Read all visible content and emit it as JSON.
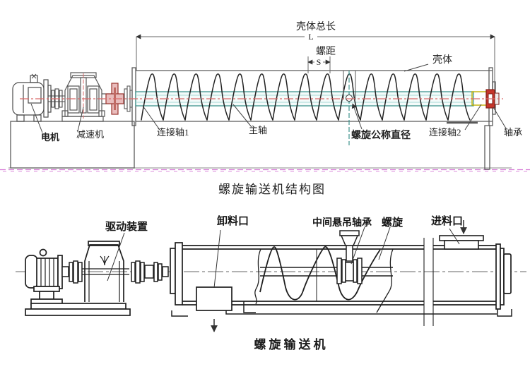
{
  "top": {
    "title": "螺旋输送机结构图",
    "dim": {
      "total_len": "壳体总长",
      "total_len_sym": "L",
      "pitch": "螺距",
      "pitch_sym": "S"
    },
    "labels": {
      "motor": "电机",
      "reducer": "减速机",
      "shaft1": "连接轴1",
      "main_shaft": "主轴",
      "nominal_dia": "螺旋公称直径",
      "shaft2": "连接轴2",
      "bearing": "轴承",
      "shell": "壳体"
    }
  },
  "bottom": {
    "caption": "螺旋输送机",
    "labels": {
      "drive": "驱动装置",
      "discharge": "卸料口",
      "hanging_bearing": "中间悬吊轴承",
      "screw": "螺旋",
      "feed": "进料口"
    }
  },
  "colors": {
    "ink": "#222222",
    "casing_gray": "#5a5a5a",
    "tube_teal": "#3f948e",
    "tube_teal_light": "#a8dad6",
    "centerline_red": "#d96a6a",
    "coupling_red_fill": "#e9bcbc",
    "coupling_red_line": "#99342e",
    "bearing_red": "#c6352a",
    "bearing_yellow": "#c2af00",
    "ground_pink": "#d678d6"
  }
}
